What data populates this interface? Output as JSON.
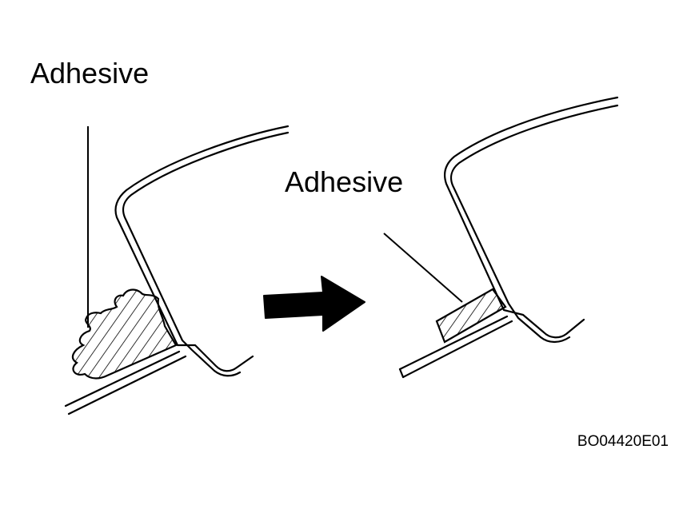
{
  "labels": {
    "before_adhesive": "Adhesive",
    "after_adhesive": "Adhesive"
  },
  "figure_code": "BO04420E01",
  "colors": {
    "ink": "#000000",
    "background": "#ffffff"
  },
  "icons": {
    "direction": "right-arrow-icon"
  }
}
